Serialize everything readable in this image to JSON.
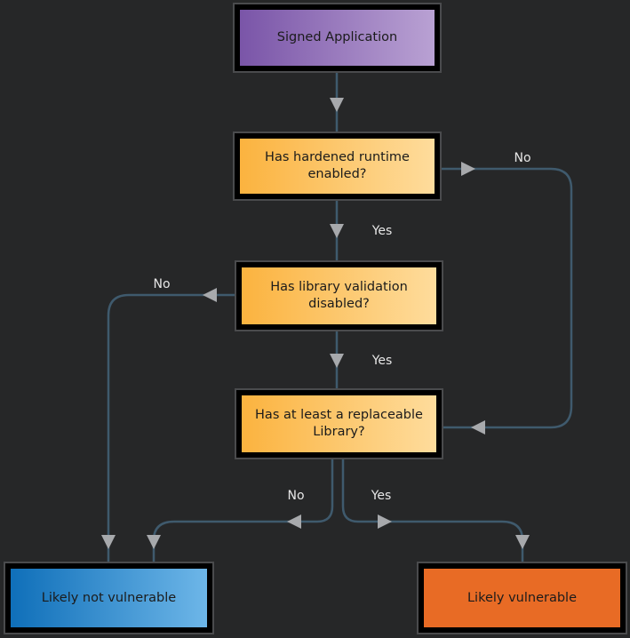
{
  "nodes": {
    "start": {
      "label": "Signed Application",
      "bg": "linear-gradient(90deg,#7a55a8,#b9a1d3)"
    },
    "hardened": {
      "label": "Has hardened runtime\nenabled?",
      "bg": "linear-gradient(90deg,#fbb33f,#fedc9c)"
    },
    "libval": {
      "label": "Has library validation\ndisabled?",
      "bg": "linear-gradient(90deg,#fbb33f,#fedc9c)"
    },
    "replaceable": {
      "label": "Has at least a replaceable\nLibrary?",
      "bg": "linear-gradient(90deg,#fbb33f,#fedc9c)"
    },
    "notvuln": {
      "label": "Likely not vulnerable",
      "bg": "linear-gradient(90deg,#0f6fb9,#6db6e8)"
    },
    "vuln": {
      "label": "Likely vulnerable",
      "bg": "#e86b25"
    }
  },
  "edge_labels": {
    "hardened_no": "No",
    "hardened_yes": "Yes",
    "libval_no": "No",
    "libval_yes": "Yes",
    "replaceable_no": "No",
    "replaceable_yes": "Yes"
  },
  "colors": {
    "edge": "#3f5a6d",
    "arrow": "#a7a9ac",
    "background": "#262728"
  }
}
